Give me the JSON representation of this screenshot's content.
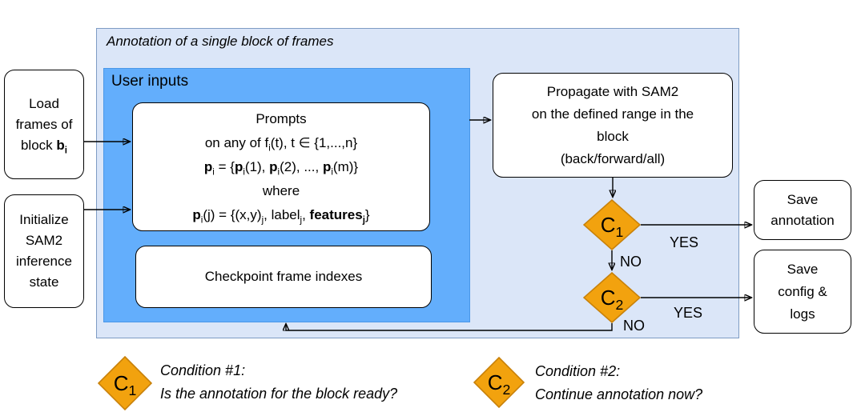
{
  "colors": {
    "page_bg": "#ffffff",
    "outer_fill": "#dbe6f8",
    "outer_border": "#7e9cc4",
    "inner_fill": "#63aefc",
    "inner_border": "#4a97e8",
    "box_fill": "#ffffff",
    "box_border": "#000000",
    "diamond_fill": "#f2a20e",
    "diamond_border": "#c8810a",
    "arrow": "#000000",
    "text": "#000000"
  },
  "frame": {
    "title": "Annotation of a single block of frames"
  },
  "user_inputs": {
    "label": "User inputs"
  },
  "left_column": {
    "load_box": [
      {
        "t": "Load"
      },
      {
        "br": true
      },
      {
        "t": "frames of"
      },
      {
        "br": true
      },
      {
        "t": "block "
      },
      {
        "t": "b",
        "bold": true
      },
      {
        "t": "i",
        "bold": true,
        "sub": true
      }
    ],
    "init_box": "Initialize\nSAM2\ninference\nstate"
  },
  "prompts_box": {
    "lines": [
      [
        {
          "t": "Prompts"
        }
      ],
      [
        {
          "t": "on any of f"
        },
        {
          "t": "i",
          "sub": true
        },
        {
          "t": "(t), t ∈ {1,...,n}"
        }
      ],
      [
        {
          "t": "p",
          "bold": true
        },
        {
          "t": "i",
          "sub": true
        },
        {
          "t": " = {"
        },
        {
          "t": "p",
          "bold": true
        },
        {
          "t": "i",
          "sub": true
        },
        {
          "t": "(1), "
        },
        {
          "t": "p",
          "bold": true
        },
        {
          "t": "i",
          "sub": true
        },
        {
          "t": "(2), ..., "
        },
        {
          "t": "p",
          "bold": true
        },
        {
          "t": "i",
          "sub": true
        },
        {
          "t": "(m)}"
        }
      ],
      [
        {
          "t": "where"
        }
      ],
      [
        {
          "t": "p",
          "bold": true
        },
        {
          "t": "i",
          "sub": true
        },
        {
          "t": "(j) = {(x,y)"
        },
        {
          "t": "j",
          "sub": true
        },
        {
          "t": ", label"
        },
        {
          "t": "j",
          "sub": true
        },
        {
          "t": ", "
        },
        {
          "t": "features",
          "bold": true
        },
        {
          "t": "j",
          "bold": true,
          "sub": true
        },
        {
          "t": "}"
        }
      ]
    ]
  },
  "checkpoint_box": {
    "label": "Checkpoint frame indexes"
  },
  "propagate_box": {
    "text": "Propagate with SAM2\non the defined range in the\nblock\n(back/forward/all)"
  },
  "decisions": {
    "c1": {
      "badge": [
        {
          "t": "C"
        },
        {
          "t": "1",
          "sub": true
        }
      ],
      "yes": "YES",
      "no": "NO"
    },
    "c2": {
      "badge": [
        {
          "t": "C"
        },
        {
          "t": "2",
          "sub": true
        }
      ],
      "yes": "YES",
      "no": "NO"
    }
  },
  "save_boxes": {
    "annotation": "Save\nannotation",
    "config": "Save\nconfig &\nlogs"
  },
  "legend": {
    "c1": {
      "badge": [
        {
          "t": "C"
        },
        {
          "t": "1",
          "sub": true
        }
      ],
      "text": "Condition #1:\nIs the annotation for the block ready?"
    },
    "c2": {
      "badge": [
        {
          "t": "C"
        },
        {
          "t": "2",
          "sub": true
        }
      ],
      "text": "Condition #2:\nContinue annotation now?"
    }
  }
}
